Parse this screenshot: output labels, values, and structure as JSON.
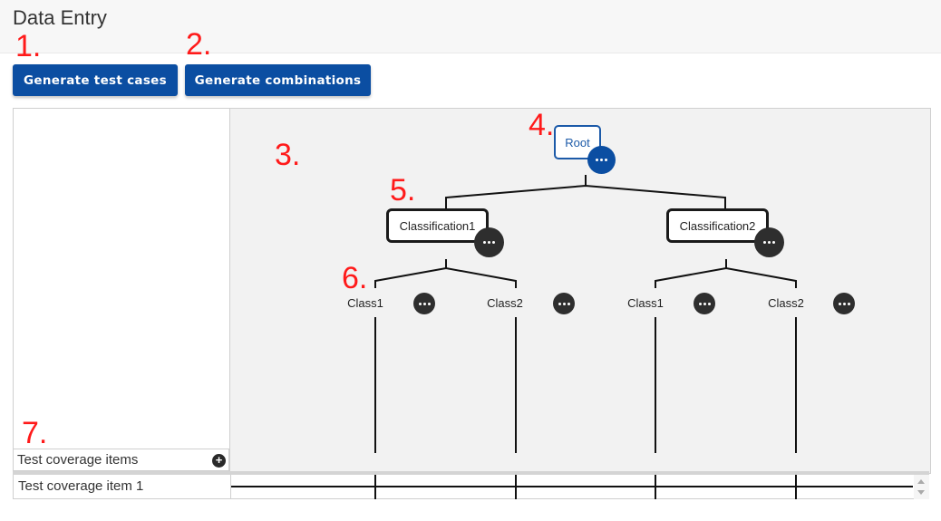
{
  "page": {
    "title": "Data Entry"
  },
  "toolbar": {
    "generate_test_cases_label": "Generate test cases",
    "generate_combinations_label": "Generate combinations",
    "button_color": "#0b4ea2"
  },
  "annotations": [
    "1.",
    "2.",
    "3.",
    "4.",
    "5.",
    "6.",
    "7."
  ],
  "tree": {
    "root": {
      "label": "Root"
    },
    "classifications": [
      {
        "label": "Classification1",
        "classes": [
          {
            "label": "Class1"
          },
          {
            "label": "Class2"
          }
        ]
      },
      {
        "label": "Classification2",
        "classes": [
          {
            "label": "Class1"
          },
          {
            "label": "Class2"
          }
        ]
      }
    ],
    "more_icon": "more-horizontal-icon"
  },
  "test_coverage": {
    "header_label": "Test coverage items",
    "add_icon": "plus-icon",
    "rows": [
      {
        "label": "Test coverage item 1"
      }
    ]
  },
  "colors": {
    "annotation": "#ff1a1a",
    "root_border": "#1c5aa8",
    "canvas_bg": "#f2f2f2"
  }
}
